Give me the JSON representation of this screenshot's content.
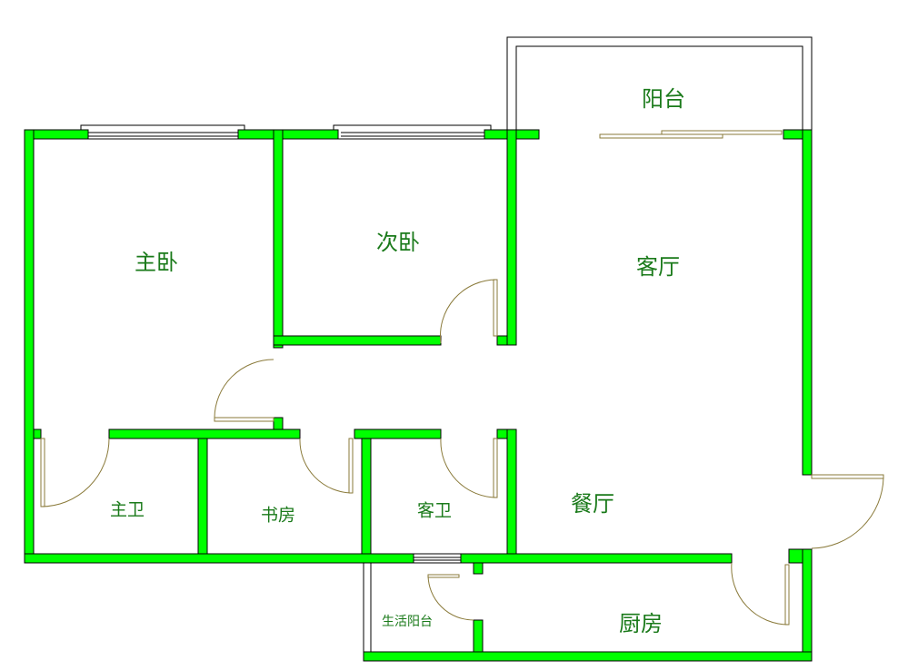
{
  "rooms": {
    "master_bedroom": "主卧",
    "second_bedroom": "次卧",
    "living_room": "客厅",
    "balcony": "阳台",
    "master_bath": "主卫",
    "study": "书房",
    "guest_bath": "客卫",
    "dining_room": "餐厅",
    "utility_balcony": "生活阳台",
    "kitchen": "厨房"
  },
  "colors": {
    "wall": "#00ff00",
    "label": "#1a7a1a",
    "door": "#8a7a3a"
  }
}
